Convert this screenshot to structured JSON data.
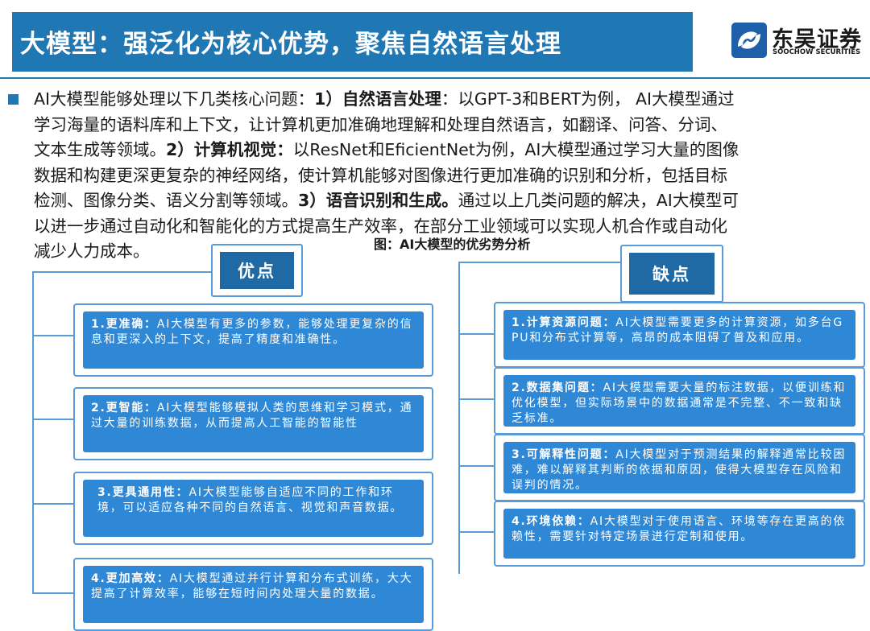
{
  "header": {
    "title": "大模型：强泛化为核心优势，聚焦自然语言处理",
    "logo_cn": "东吴证券",
    "logo_en": "SOOCHOW SECURITIES"
  },
  "intro": {
    "lines": [
      [
        {
          "t": "AI大模型能够处理以下几类核心问题："
        },
        {
          "t": "1）自然语言处理",
          "b": true
        },
        {
          "t": "：以GPT-3和BERT为例，  AI大模型通过"
        }
      ],
      [
        {
          "t": "学习海量的语料库和上下文，让计算机更加准确地理解和处理自然语言，如翻译、问答、分词、"
        }
      ],
      [
        {
          "t": "文本生成等领域。"
        },
        {
          "t": "2）计算机视觉：",
          "b": true
        },
        {
          "t": "以ResNet和EficientNet为例，AI大模型通过学习大量的图像"
        }
      ],
      [
        {
          "t": "数据和构建更深更复杂的神经网络，使计算机能够对图像进行更加准确的识别和分析，包括目标"
        }
      ],
      [
        {
          "t": "检测、图像分类、语义分割等领域。"
        },
        {
          "t": "3）语音识别和生成。",
          "b": true
        },
        {
          "t": "通过以上几类问题的解决，AI大模型可"
        }
      ],
      [
        {
          "t": "以进一步通过自动化和智能化的方式提高生产效率，在部分工业领域可以实现人机合作或自动化"
        }
      ],
      [
        {
          "t": "减少人力成本。"
        }
      ]
    ]
  },
  "figure": {
    "caption": "图：AI大模型的优劣势分析",
    "pros": {
      "heading": "优点",
      "items": [
        {
          "label": "1.更准确：",
          "text": "AI大模型有更多的参数，能够处理更复杂的信息和更深入的上下文，提高了精度和准确性。"
        },
        {
          "label": "2.更智能：",
          "text": "AI大模型能够模拟人类的思维和学习模式，通过大量的训练数据，从而提高人工智能的智能性"
        },
        {
          "label": "3.更具通用性：",
          "text": "AI大模型能够自适应不同的工作和环境，可以适应各种不同的自然语言、视觉和声音数据。"
        },
        {
          "label": "4.更加高效：",
          "text": "AI大模型通过并行计算和分布式训练，大大提高了计算效率，能够在短时间内处理大量的数据。"
        }
      ]
    },
    "cons": {
      "heading": "缺点",
      "items": [
        {
          "label": "1.计算资源问题：",
          "text": "AI大模型需要更多的计算资源，如多台GPU和分布式计算等，高昂的成本阻碍了普及和应用。"
        },
        {
          "label": "2.数据集问题：",
          "text": "AI大模型需要大量的标注数据，以便训练和优化模型，但实际场景中的数据通常是不完整、不一致和缺乏标准。"
        },
        {
          "label": "3.可解释性问题：",
          "text": "AI大模型对于预测结果的解释通常比较困难，难以解释其判断的依据和原因，使得大模型存在风险和误判的情况。"
        },
        {
          "label": "4.环境依赖：",
          "text": "AI大模型对于使用语言、环境等存在更高的依赖性，需要针对特定场景进行定制和使用。"
        }
      ]
    }
  },
  "colors": {
    "accent": "#1f77b4",
    "heading_box": "#1f6aa5",
    "card_fill": "#2f88d6",
    "frame_line": "#5b9bd5"
  }
}
